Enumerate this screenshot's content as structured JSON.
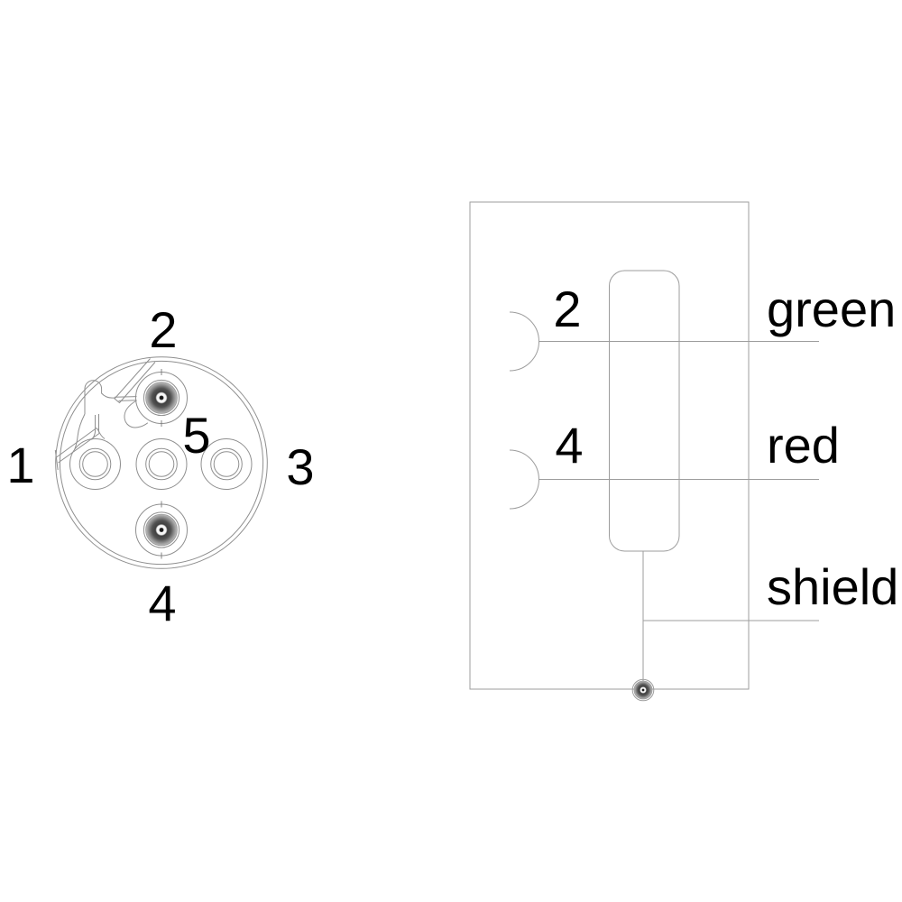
{
  "connector_face": {
    "pin_labels": {
      "pin1": "1",
      "pin2": "2",
      "pin3": "3",
      "pin4": "4",
      "pin5": "5"
    }
  },
  "wiring_diagram": {
    "pin_labels": {
      "pin2": "2",
      "pin4": "4"
    },
    "wire_labels": {
      "green": "green",
      "red": "red",
      "shield": "shield"
    }
  },
  "colors": {
    "drawing_line": "#8f8f8f",
    "box_line": "#9d9d9d",
    "label_text": "#000000",
    "background": "#ffffff"
  }
}
